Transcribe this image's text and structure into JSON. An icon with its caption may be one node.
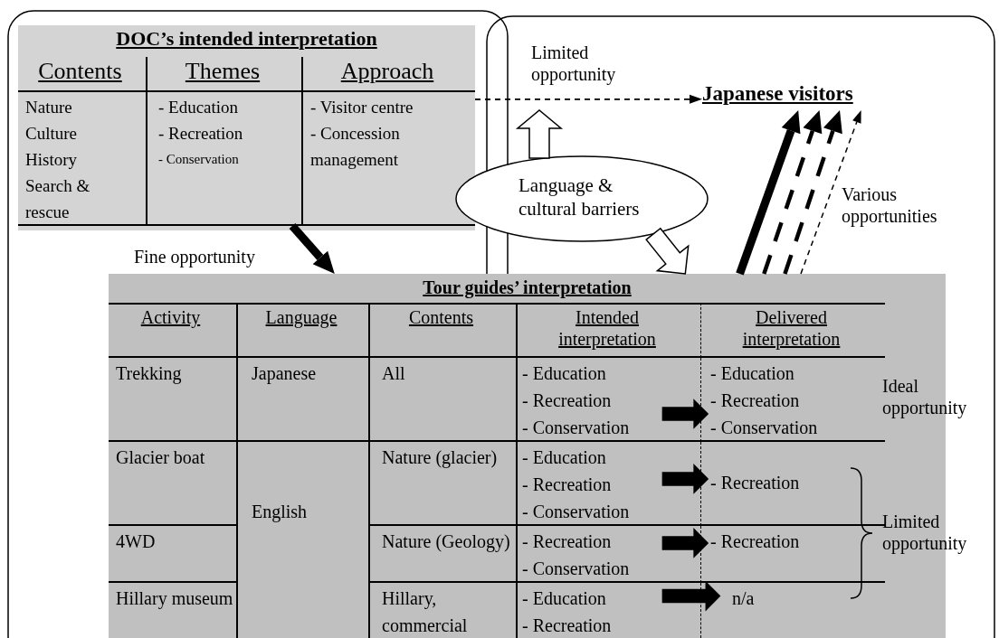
{
  "diagram": {
    "nodes": [
      {
        "text": [
          "DOC’s intended interpretation"
        ]
      },
      {
        "text": [
          "Contents"
        ],
        "in": 0
      },
      {
        "text": [
          "Themes"
        ],
        "in": 0
      },
      {
        "text": [
          "Approach"
        ],
        "in": 0
      },
      {
        "text": [
          "Nature",
          "Culture",
          "History",
          "Search & rescue"
        ],
        "in": 0
      },
      {
        "text": [
          "- Education",
          "- Recreation",
          "- Conservation"
        ],
        "in": 0
      },
      {
        "text": [
          "- Visitor centre",
          "- Concession management"
        ],
        "in": 0
      },
      {
        "text": [
          "Japanese visitors"
        ]
      },
      {
        "text": [
          "Language & cultural barriers"
        ]
      },
      {
        "text": [
          "Tour guides’ interpretation"
        ]
      },
      {
        "text": [
          "Activity"
        ],
        "in": 9
      },
      {
        "text": [
          "Language"
        ],
        "in": 9
      },
      {
        "text": [
          "Contents"
        ],
        "in": 9
      },
      {
        "text": [
          "Intended interpretation"
        ],
        "in": 9
      },
      {
        "text": [
          "Delivered interpretation"
        ],
        "in": 9
      },
      {
        "text": [
          "Trekking"
        ],
        "in": 9
      },
      {
        "text": [
          "Japanese"
        ],
        "in": 9
      },
      {
        "text": [
          "All"
        ],
        "in": 9
      },
      {
        "text": [
          "- Education",
          "- Recreation",
          "- Conservation"
        ],
        "in": 9
      },
      {
        "text": [
          "- Education",
          "- Recreation",
          "- Conservation"
        ],
        "in": 9
      },
      {
        "text": [
          "Glacier boat"
        ],
        "in": 9
      },
      {
        "text": [
          "English"
        ],
        "in": 9
      },
      {
        "text": [
          "Nature (glacier)"
        ],
        "in": 9
      },
      {
        "text": [
          "- Education",
          "- Recreation",
          "- Conservation"
        ],
        "in": 9
      },
      {
        "text": [
          "- Recreation"
        ],
        "in": 9
      },
      {
        "text": [
          "4WD"
        ],
        "in": 9
      },
      {
        "text": [
          "Nature (Geology)"
        ],
        "in": 9
      },
      {
        "text": [
          "- Recreation",
          "- Conservation"
        ],
        "in": 9
      },
      {
        "text": [
          "- Recreation"
        ],
        "in": 9
      },
      {
        "text": [
          "Hillary museum"
        ],
        "in": 9
      },
      {
        "text": [
          "Hillary, commercial"
        ],
        "in": 9
      },
      {
        "text": [
          "- Education",
          "- Recreation"
        ],
        "in": 9
      },
      {
        "text": [
          "n/a"
        ],
        "in": 9
      }
    ],
    "edges": [
      {
        "from": 6,
        "to": 7,
        "arrow": "to",
        "style": "dashed",
        "label": "Limited opportunity"
      },
      {
        "from": 5,
        "to": 9,
        "arrow": "to",
        "style": "thick",
        "label": "Fine opportunity"
      },
      {
        "from": 8,
        "to": null,
        "arrow": "to"
      },
      {
        "from": 8,
        "to": 9,
        "arrow": "to"
      },
      {
        "from": 9,
        "to": 7,
        "arrow": "to",
        "style": "thick"
      },
      {
        "from": 9,
        "to": 7,
        "arrow": "to",
        "style": "dashed"
      },
      {
        "from": 9,
        "to": 7,
        "arrow": "to",
        "style": "dashed"
      },
      {
        "from": 9,
        "to": 7,
        "arrow": "to",
        "style": "dashed",
        "label": "Various opportunities"
      },
      {
        "from": 18,
        "to": 19,
        "arrow": "to",
        "style": "thick"
      },
      {
        "from": 23,
        "to": 24,
        "arrow": "to",
        "style": "thick"
      },
      {
        "from": 27,
        "to": 28,
        "arrow": "to",
        "style": "thick"
      },
      {
        "from": 31,
        "to": 32,
        "arrow": "to",
        "style": "thick"
      }
    ],
    "labels": [
      "Ideal opportunity",
      "Limited opportunity"
    ]
  }
}
